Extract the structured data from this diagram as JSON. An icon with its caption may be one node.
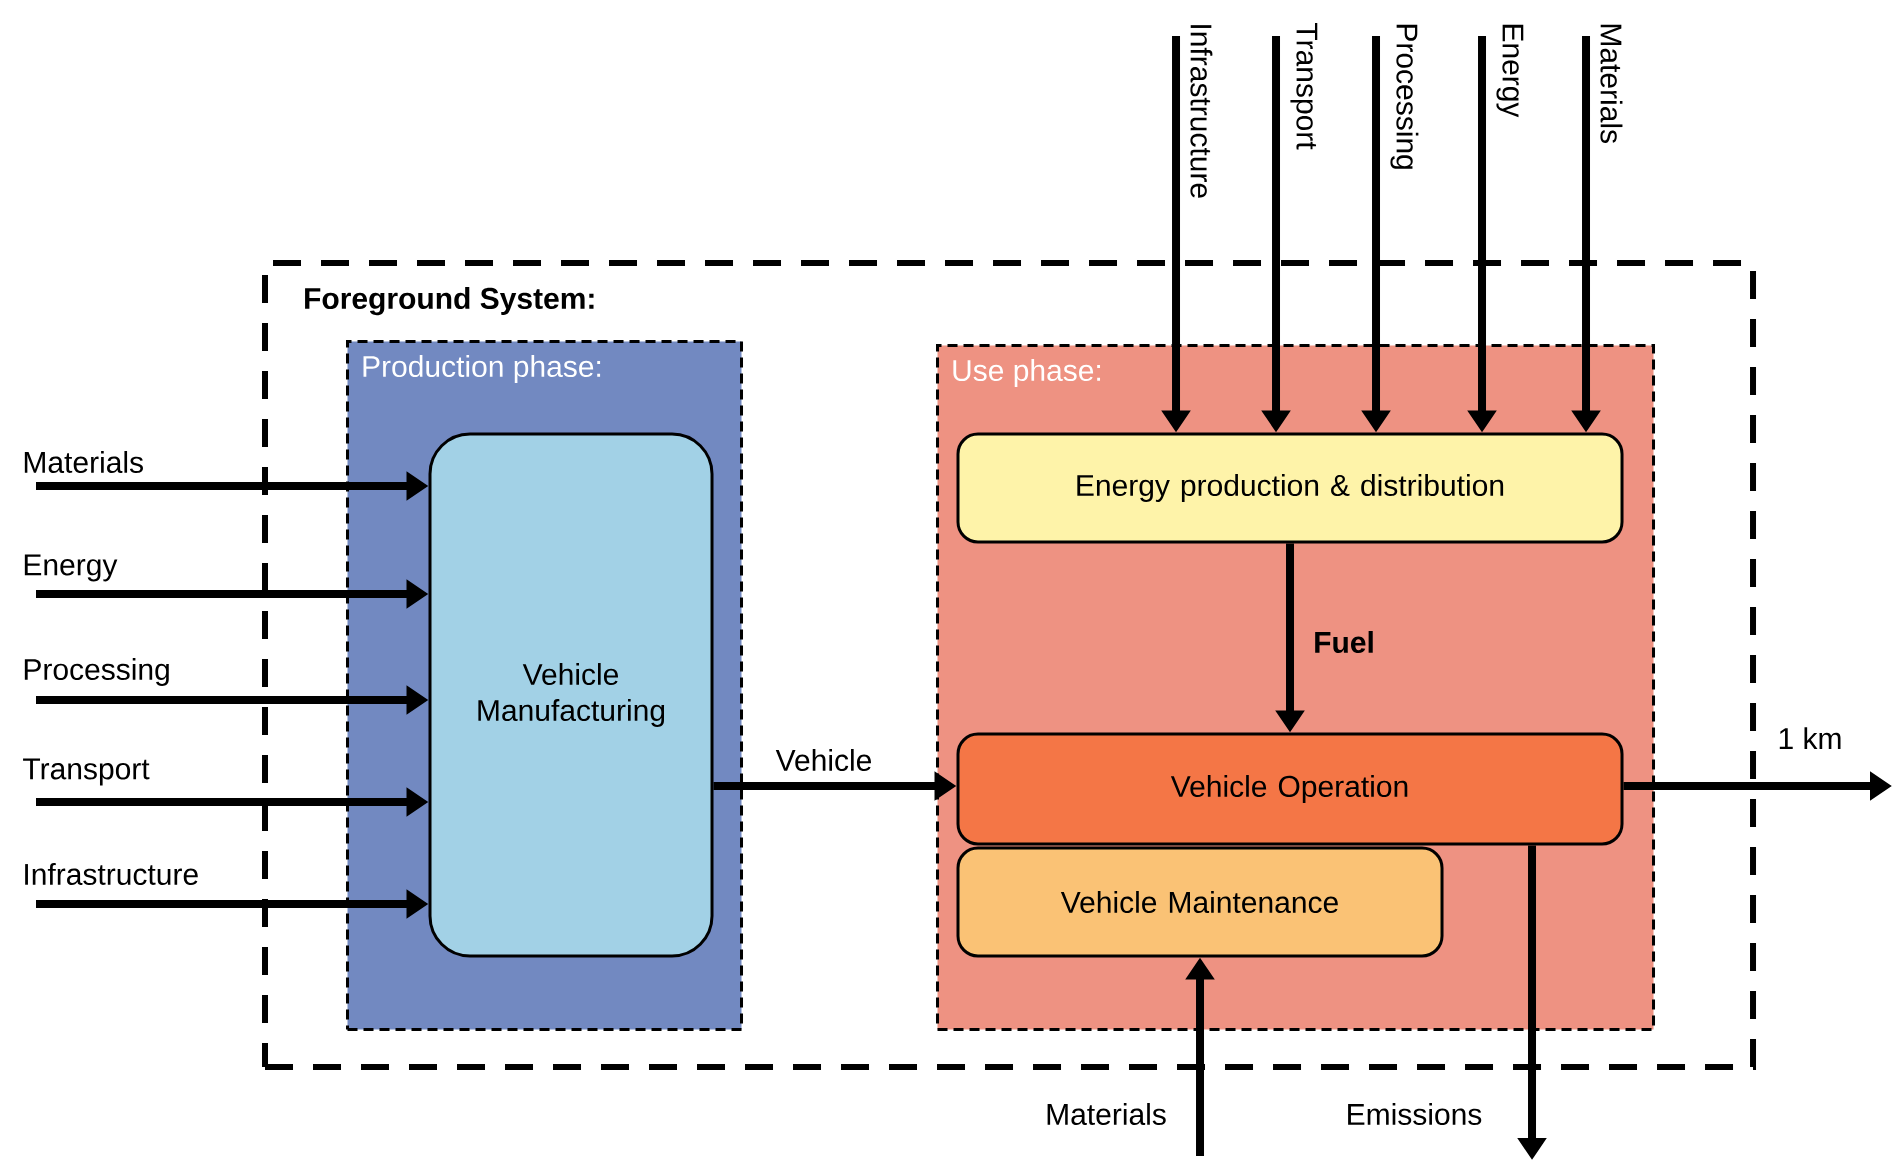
{
  "diagram": {
    "nodes": [
      {
        "text": [
          "Foreground System:"
        ]
      },
      {
        "text": [
          "Production phase:"
        ],
        "in": 0
      },
      {
        "text": [
          "Vehicle Manufacturing"
        ],
        "in": 1
      },
      {
        "text": [
          "Use phase:"
        ],
        "in": 0
      },
      {
        "text": [
          "Energy production & distribution"
        ],
        "in": 3
      },
      {
        "text": [
          "Vehicle Operation"
        ],
        "in": 3
      },
      {
        "text": [
          "Vehicle Maintenance"
        ],
        "in": 3
      }
    ],
    "edges": [
      {
        "from": null,
        "to": 2,
        "arrow": "to",
        "label": "Materials"
      },
      {
        "from": null,
        "to": 2,
        "arrow": "to",
        "label": "Energy"
      },
      {
        "from": null,
        "to": 2,
        "arrow": "to",
        "label": "Processing"
      },
      {
        "from": null,
        "to": 2,
        "arrow": "to",
        "label": "Transport"
      },
      {
        "from": null,
        "to": 2,
        "arrow": "to",
        "label": "Infrastructure"
      },
      {
        "from": null,
        "to": 4,
        "arrow": "to",
        "label": "Infrastructure"
      },
      {
        "from": null,
        "to": 4,
        "arrow": "to",
        "label": "Transport"
      },
      {
        "from": null,
        "to": 4,
        "arrow": "to",
        "label": "Processing"
      },
      {
        "from": null,
        "to": 4,
        "arrow": "to",
        "label": "Energy"
      },
      {
        "from": null,
        "to": 4,
        "arrow": "to",
        "label": "Materials"
      },
      {
        "from": 2,
        "to": 5,
        "arrow": "to",
        "label": "Vehicle"
      },
      {
        "from": 4,
        "to": 5,
        "arrow": "to",
        "label": "Fuel"
      },
      {
        "from": 5,
        "to": null,
        "arrow": "to",
        "label": "1 km"
      },
      {
        "from": null,
        "to": 6,
        "arrow": "to",
        "label": "Materials"
      },
      {
        "from": 5,
        "to": null,
        "arrow": "to",
        "label": "Emissions"
      }
    ]
  }
}
